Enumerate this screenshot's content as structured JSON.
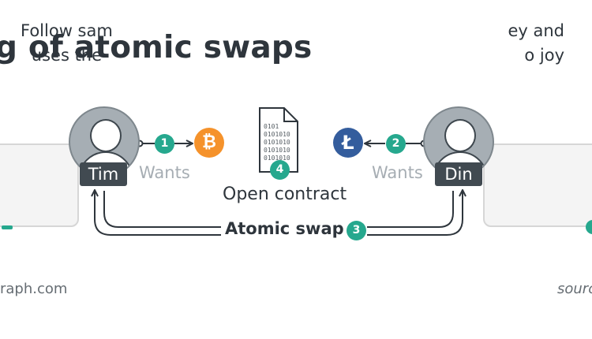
{
  "title": "g of atomic swaps",
  "left_box": {
    "line1": "ey and",
    "line2": "o joy"
  },
  "right_box": {
    "line1": "Follow sam",
    "line2": "uses the"
  },
  "parties": {
    "left_name": "Tim",
    "right_name": "Din"
  },
  "wants_label": "Wants",
  "steps": {
    "step1": "1",
    "step2": "2",
    "step3": "3",
    "step4": "4"
  },
  "coins": {
    "left": "₿",
    "right": "Ł"
  },
  "contract_label": "Open contract",
  "swap_label": "Atomic swap",
  "source_left": "raph.com",
  "source_right": "sourc",
  "colors": {
    "accent": "#26a88e",
    "bitcoin": "#f5922b",
    "litecoin": "#345d9d",
    "name_tag": "#414a51"
  }
}
